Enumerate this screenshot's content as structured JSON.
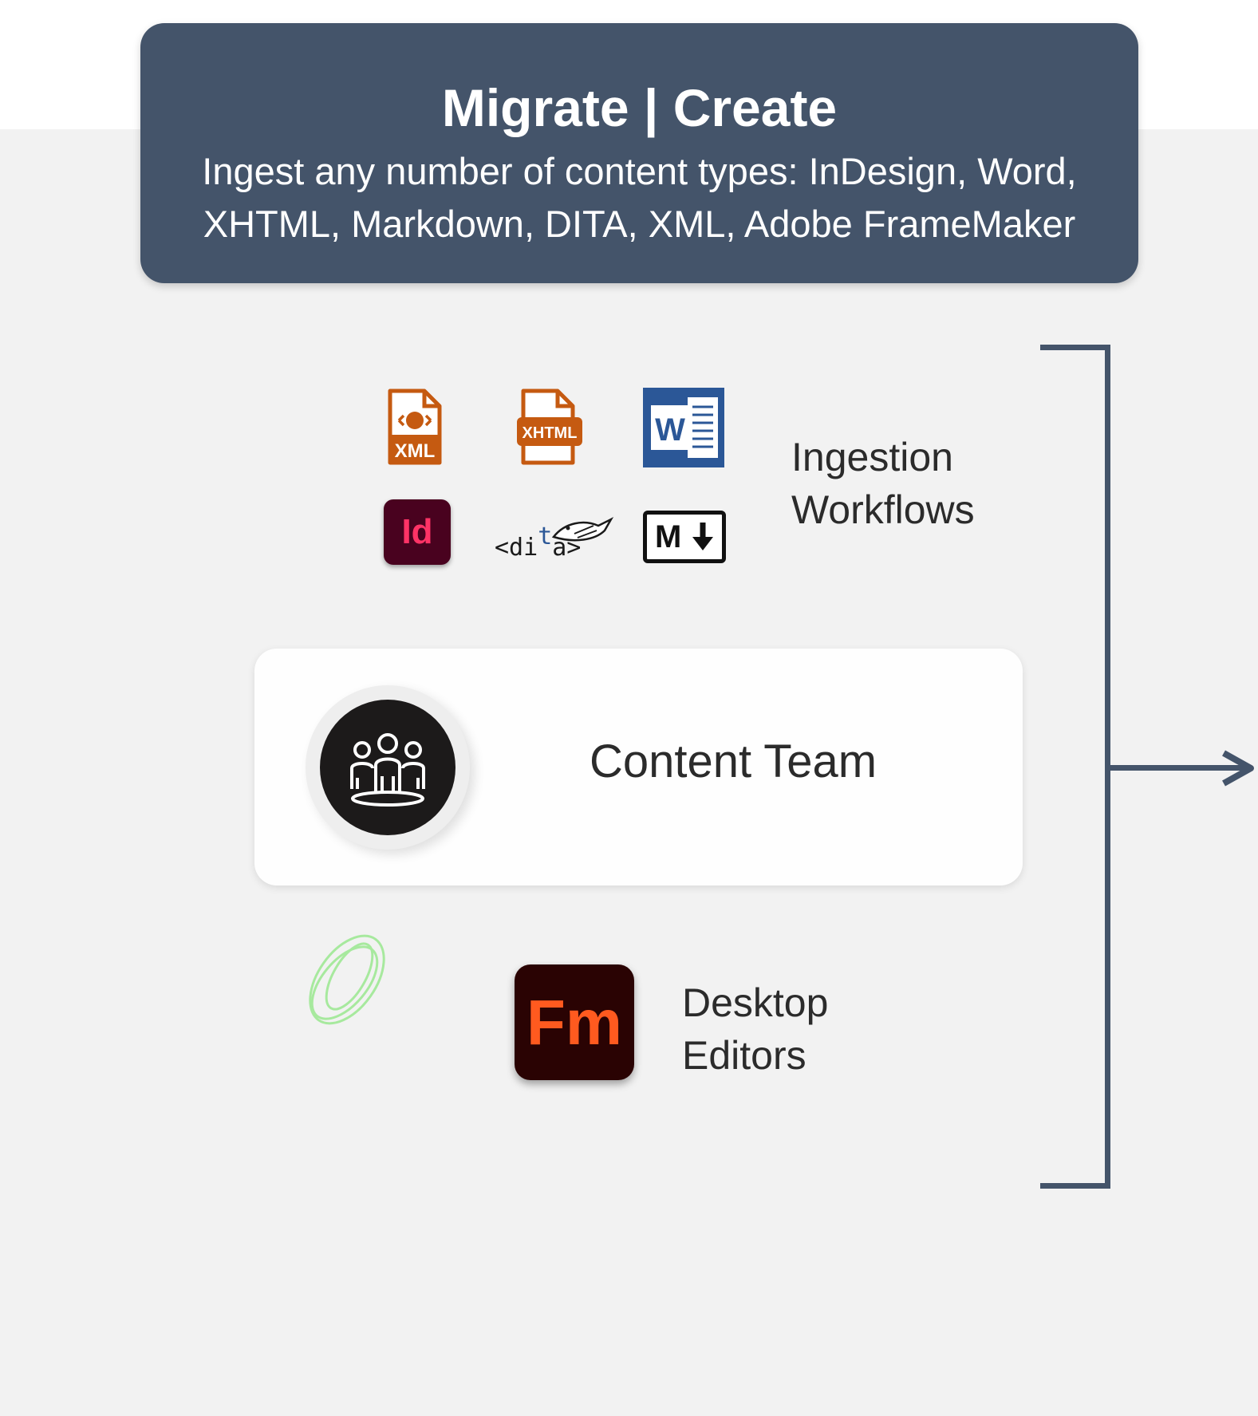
{
  "header": {
    "title": "Migrate | Create",
    "subtitle": "Ingest any number of content types: InDesign, Word, XHTML, Markdown, DITA, XML, Adobe FrameMaker"
  },
  "ingestion": {
    "label_line1": "Ingestion",
    "label_line2": "Workflows",
    "icons": {
      "xml": "XML",
      "xhtml": "XHTML",
      "word": "W",
      "indesign": "Id",
      "dita_prefix": "<di",
      "dita_t": "t",
      "dita_suffix": "a>",
      "markdown": "M"
    }
  },
  "content_team": {
    "label": "Content Team"
  },
  "desktop": {
    "label_line1": "Desktop",
    "label_line2": "Editors",
    "icon_text": "Fm"
  },
  "colors": {
    "header_bg": "#44546a",
    "bracket": "#44546a",
    "xml_orange": "#c55a11",
    "word_blue": "#2b5797",
    "indesign_bg": "#49021f",
    "indesign_fg": "#ff3366",
    "framemaker_bg": "#2a0303",
    "framemaker_fg": "#ff5a1f"
  }
}
